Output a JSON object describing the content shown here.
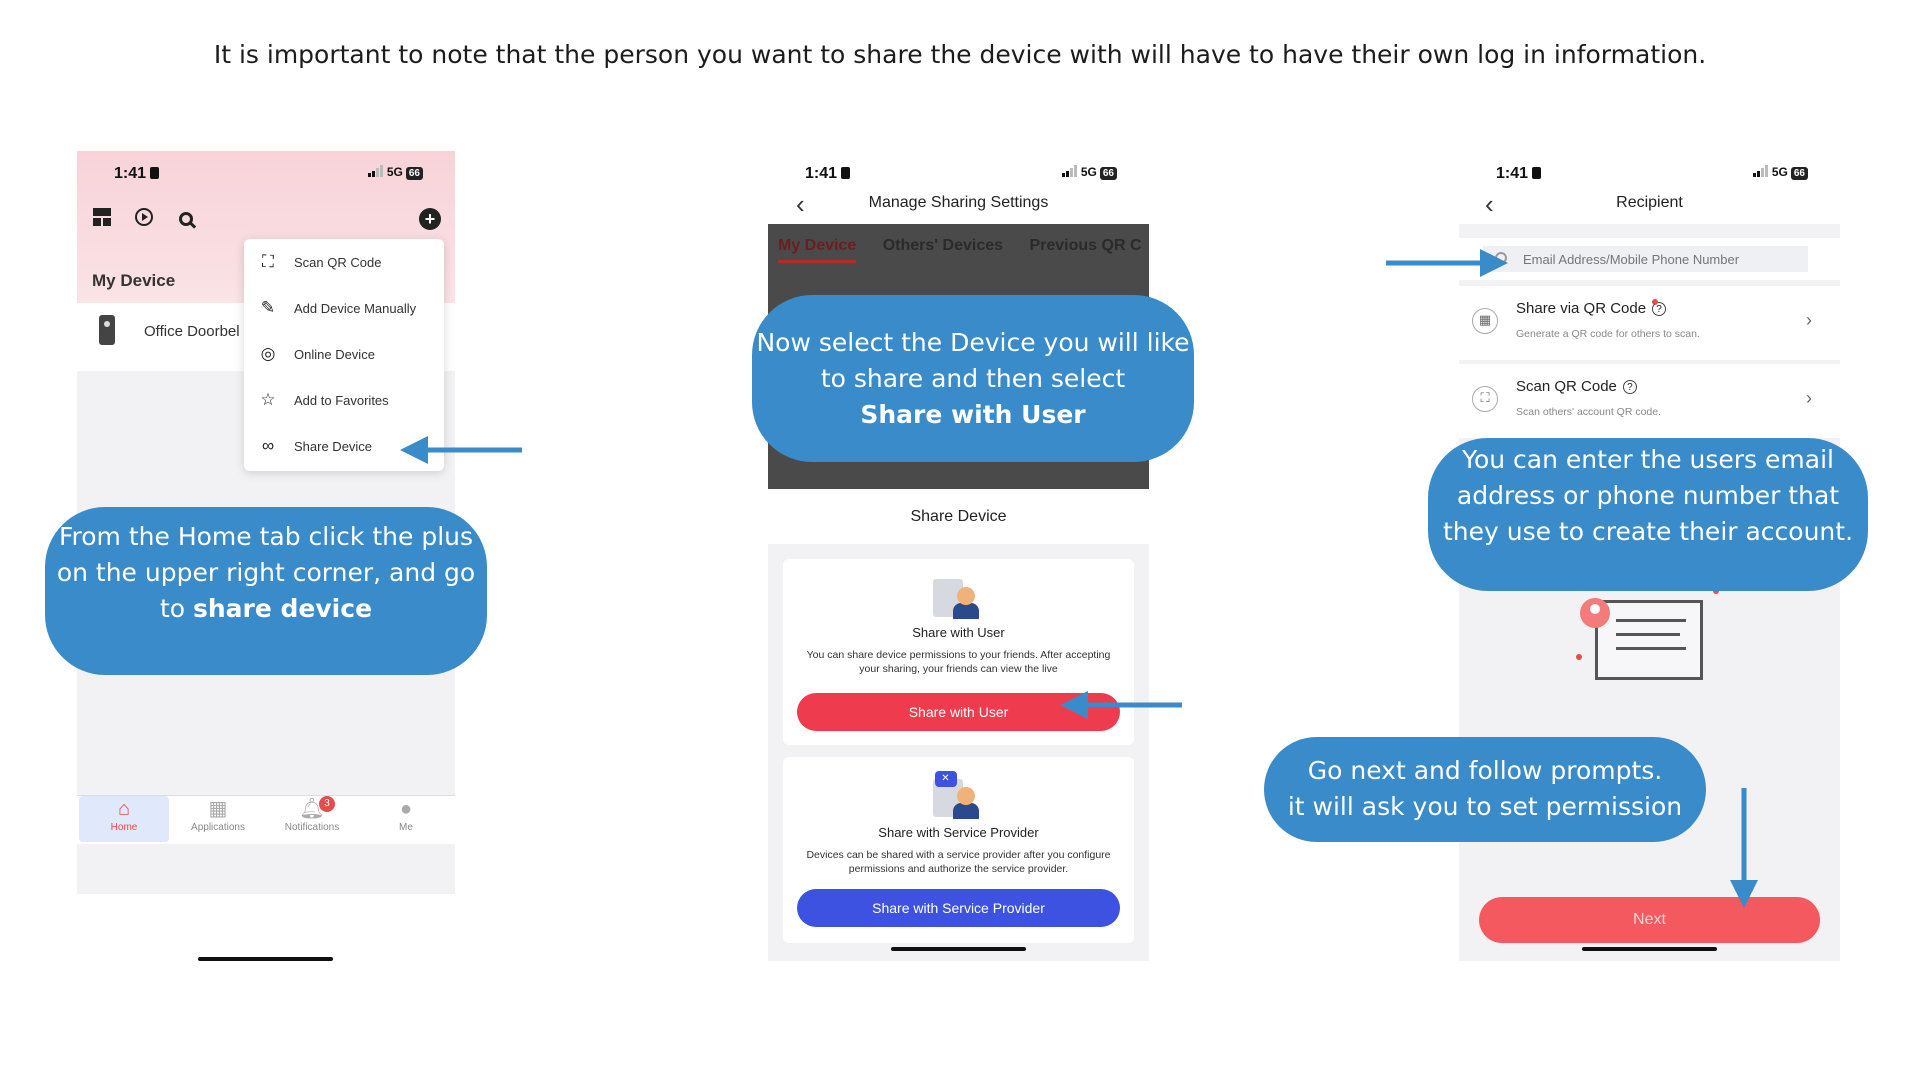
{
  "headline": "It is important to note that the person you want to share the device with will have to have their own log in information.",
  "status": {
    "time": "1:41",
    "network": "5G",
    "battery": "66"
  },
  "phone1": {
    "section_title": "My Device",
    "device_name": "Office Doorbel",
    "menu": [
      {
        "icon": "scan-qr-icon",
        "label": "Scan QR Code"
      },
      {
        "icon": "add-device-icon",
        "label": "Add Device Manually"
      },
      {
        "icon": "globe-icon",
        "label": "Online Device"
      },
      {
        "icon": "star-icon",
        "label": "Add to Favorites"
      },
      {
        "icon": "share-icon",
        "label": "Share Device"
      }
    ],
    "tabs": [
      {
        "label": "Home",
        "icon": "home-icon",
        "active": true
      },
      {
        "label": "Applications",
        "icon": "apps-icon",
        "active": false
      },
      {
        "label": "Notifications",
        "icon": "bell-icon",
        "active": false,
        "badge": "3"
      },
      {
        "label": "Me",
        "icon": "person-icon",
        "active": false
      }
    ]
  },
  "phone2": {
    "title": "Manage Sharing Settings",
    "tabs": [
      "My Device",
      "Others' Devices",
      "Previous QR C"
    ],
    "sheet_title": "Share Device",
    "card_user": {
      "title": "Share with User",
      "desc": "You can share device permissions to your friends. After accepting your sharing, your friends can view the live",
      "button": "Share with User"
    },
    "card_provider": {
      "title": "Share with Service Provider",
      "desc": "Devices can be shared with a service provider after you configure permissions and authorize the service provider.",
      "button": "Share with Service Provider"
    }
  },
  "phone3": {
    "title": "Recipient",
    "email_placeholder": "Email Address/Mobile Phone Number",
    "share_qr": {
      "title": "Share via QR Code",
      "sub": "Generate a QR code for others to scan."
    },
    "scan_qr": {
      "title": "Scan QR Code",
      "sub": "Scan others' account QR code."
    },
    "next_label": "Next"
  },
  "callouts": {
    "c1_a": "From the Home tab click the plus on the upper right corner, and go to ",
    "c1_b": "share device",
    "c2_a": "Now select the Device you will like to share and then select",
    "c2_b": "Share with User",
    "c3": "You can enter the users email address or phone number that they use  to create their account.",
    "c4_a": "Go next and follow prompts.",
    "c4_b": "it will ask you to set permission"
  },
  "colors": {
    "callout": "#3a8bc9",
    "primary_red": "#ef3b4e",
    "primary_blue": "#3d52e0"
  }
}
